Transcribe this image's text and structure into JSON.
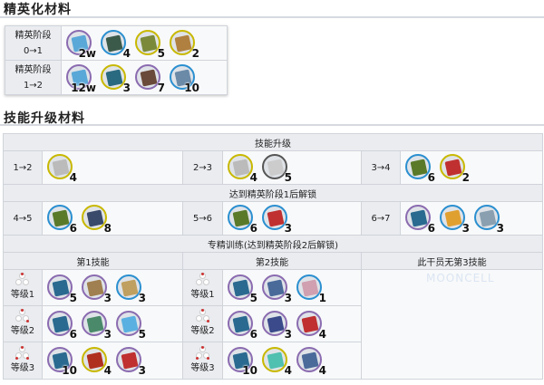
{
  "elite": {
    "title": "精英化材料",
    "rows": [
      {
        "label1": "精英阶段",
        "label2": "0→1",
        "items": [
          {
            "icon": "lmd-icon",
            "count": "2w",
            "color": "#8a6bb0",
            "fill": "#5aa8d8"
          },
          {
            "icon": "chip-icon",
            "count": "4",
            "color": "#2a8fd0",
            "fill": "#3c5a4a"
          },
          {
            "icon": "device-icon",
            "count": "5",
            "color": "#c8b800",
            "fill": "#7a8a3a"
          },
          {
            "icon": "tool-icon",
            "count": "2",
            "color": "#c8b800",
            "fill": "#b08040"
          }
        ]
      },
      {
        "label1": "精英阶段",
        "label2": "1→2",
        "items": [
          {
            "icon": "lmd-icon",
            "count": "12w",
            "color": "#8a6bb0",
            "fill": "#5aa8d8"
          },
          {
            "icon": "chip-pack-icon",
            "count": "3",
            "color": "#c8b800",
            "fill": "#2a6a80"
          },
          {
            "icon": "material-icon",
            "count": "7",
            "color": "#8a6bb0",
            "fill": "#6a4a3a"
          },
          {
            "icon": "crystal-icon",
            "count": "10",
            "color": "#2a8fd0",
            "fill": "#6a8aa8"
          }
        ]
      }
    ]
  },
  "skill": {
    "title": "技能升级材料",
    "header": "技能升级",
    "unlock1": "达到精英阶段1后解锁",
    "mastery": "专精训练(达到精英阶段2后解锁)",
    "rows1": [
      {
        "label": "1→2",
        "items": [
          {
            "icon": "skill-summary-1-icon",
            "count": "4",
            "color": "#c8b800",
            "fill": "#bbb"
          }
        ]
      },
      {
        "label": "2→3",
        "items": [
          {
            "icon": "skill-summary-1-icon",
            "count": "4",
            "color": "#c8b800",
            "fill": "#bbb"
          },
          {
            "icon": "ester-icon",
            "count": "5",
            "color": "#555",
            "fill": "#ccc"
          }
        ]
      },
      {
        "label": "3→4",
        "items": [
          {
            "icon": "skill-summary-2-icon",
            "count": "6",
            "color": "#2a8fd0",
            "fill": "#5a7a2a"
          },
          {
            "icon": "polyketon-icon",
            "count": "2",
            "color": "#c8b800",
            "fill": "#c03030"
          }
        ]
      }
    ],
    "rows2": [
      {
        "label": "4→5",
        "items": [
          {
            "icon": "skill-summary-2-icon",
            "count": "6",
            "color": "#2a8fd0",
            "fill": "#5a7a2a"
          },
          {
            "icon": "sugar-icon",
            "count": "8",
            "color": "#c8b800",
            "fill": "#3a4a6a"
          }
        ]
      },
      {
        "label": "5→6",
        "items": [
          {
            "icon": "skill-summary-2-icon",
            "count": "6",
            "color": "#2a8fd0",
            "fill": "#5a7a2a"
          },
          {
            "icon": "device-red-icon",
            "count": "3",
            "color": "#2a8fd0",
            "fill": "#c03030"
          }
        ]
      },
      {
        "label": "6→7",
        "items": [
          {
            "icon": "skill-summary-3-icon",
            "count": "6",
            "color": "#8a6bb0",
            "fill": "#2a6a90"
          },
          {
            "icon": "orirock-icon",
            "count": "3",
            "color": "#2a8fd0",
            "fill": "#e0a030"
          },
          {
            "icon": "manganese-icon",
            "count": "3",
            "color": "#2a8fd0",
            "fill": "#8aa0b0"
          }
        ]
      }
    ],
    "skill1": "第1技能",
    "skill2": "第2技能",
    "skill3": "此干员无第3技能",
    "mastery_rows": [
      {
        "level": "等级1",
        "s1": [
          {
            "icon": "skill-summary-3-icon",
            "count": "5",
            "color": "#8a6bb0",
            "fill": "#2a6a90"
          },
          {
            "icon": "gel-icon",
            "count": "3",
            "color": "#8a6bb0",
            "fill": "#a08050"
          },
          {
            "icon": "rma-icon",
            "count": "3",
            "color": "#2a8fd0",
            "fill": "#c0a060"
          }
        ],
        "s2": [
          {
            "icon": "skill-summary-3-icon",
            "count": "5",
            "color": "#8a6bb0",
            "fill": "#2a6a90"
          },
          {
            "icon": "crystal-circuit-icon",
            "count": "3",
            "color": "#8a6bb0",
            "fill": "#4a6a9a"
          },
          {
            "icon": "incandescent-alloy-icon",
            "count": "1",
            "color": "#2a8fd0",
            "fill": "#d0a0b0"
          }
        ]
      },
      {
        "level": "等级2",
        "s1": [
          {
            "icon": "skill-summary-3-icon",
            "count": "6",
            "color": "#8a6bb0",
            "fill": "#2a6a90"
          },
          {
            "icon": "cutting-fluid-icon",
            "count": "3",
            "color": "#8a6bb0",
            "fill": "#4a8a6a"
          },
          {
            "icon": "crystal-electronic-icon",
            "count": "5",
            "color": "#8a6bb0",
            "fill": "#5ab0e0"
          }
        ],
        "s2": [
          {
            "icon": "skill-summary-3-icon",
            "count": "6",
            "color": "#8a6bb0",
            "fill": "#2a6a90"
          },
          {
            "icon": "optimized-device-icon",
            "count": "3",
            "color": "#8a6bb0",
            "fill": "#3a4a8a"
          },
          {
            "icon": "polyester-pack-icon",
            "count": "4",
            "color": "#8a6bb0",
            "fill": "#c03030"
          }
        ]
      },
      {
        "level": "等级3",
        "s1": [
          {
            "icon": "skill-summary-3-icon",
            "count": "10",
            "color": "#8a6bb0",
            "fill": "#2a6a90"
          },
          {
            "icon": "orirock-concentration-icon",
            "count": "4",
            "color": "#c8b800",
            "fill": "#b03020"
          },
          {
            "icon": "polyester-pack-icon",
            "count": "3",
            "color": "#8a6bb0",
            "fill": "#c03030"
          }
        ],
        "s2": [
          {
            "icon": "skill-summary-3-icon",
            "count": "10",
            "color": "#8a6bb0",
            "fill": "#2a6a90"
          },
          {
            "icon": "polymerized-gel-icon",
            "count": "4",
            "color": "#c8b800",
            "fill": "#50c0b0"
          },
          {
            "icon": "crystal-circuit-icon",
            "count": "4",
            "color": "#8a6bb0",
            "fill": "#4a6a9a"
          }
        ]
      }
    ]
  },
  "watermark": "MOONCELL"
}
